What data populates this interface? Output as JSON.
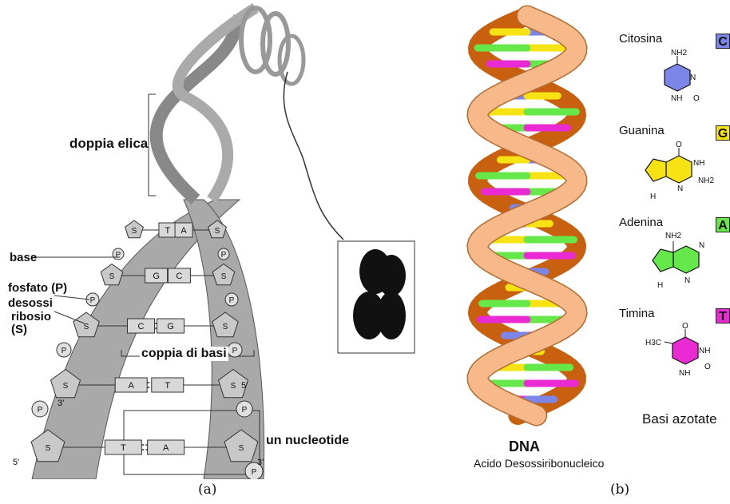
{
  "panel_a": {
    "labels": {
      "double_helix": "doppia elica",
      "base": "base",
      "phosphate": "fosfato (P)",
      "deoxyribose_line1": "desossi",
      "deoxyribose_line2": "ribosio",
      "deoxyribose_line3": "(S)",
      "base_pair": "coppia di basi",
      "nucleotide": "un nucleotide"
    },
    "strand_marks": {
      "phosphate": "P",
      "sugar": "S",
      "prime3": "3'",
      "prime5": "5'"
    },
    "base_pairs": [
      {
        "left": "T",
        "right": "A"
      },
      {
        "left": "G",
        "right": "C"
      },
      {
        "left": "C",
        "right": "G"
      },
      {
        "left": "A",
        "right": "T"
      },
      {
        "left": "T",
        "right": "A"
      }
    ],
    "caption": "(a)"
  },
  "panel_b": {
    "title": "DNA",
    "subtitle": "Acido Desossiribonucleico",
    "bases_heading": "Basi azotate",
    "bases": [
      {
        "name": "Citosina",
        "letter": "C",
        "color": "#7b86e8"
      },
      {
        "name": "Guanina",
        "letter": "G",
        "color": "#f7e313"
      },
      {
        "name": "Adenina",
        "letter": "A",
        "color": "#66e84a"
      },
      {
        "name": "Timina",
        "letter": "T",
        "color": "#ea2bd3"
      }
    ],
    "chem_labels": {
      "nh2": "NH2",
      "nh": "NH",
      "n": "N",
      "h": "H",
      "o": "O",
      "h3c": "H3C"
    },
    "strand_colors": {
      "front": "#f7b98a",
      "back": "#c9600f"
    },
    "caption": "(b)"
  }
}
